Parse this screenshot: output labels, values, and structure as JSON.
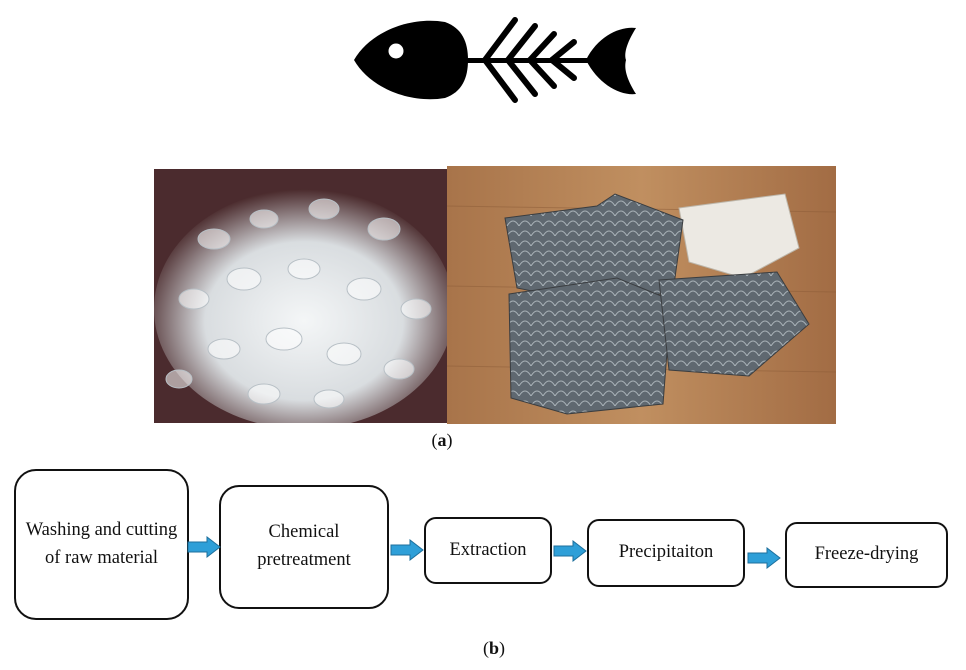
{
  "figure": {
    "icon": "fish-skeleton-icon",
    "photos": [
      {
        "name": "fish-scales-photo"
      },
      {
        "name": "fish-skin-photo"
      }
    ],
    "caption_a": "(a)",
    "caption_a_letter": "a",
    "caption_b_letter": "b"
  },
  "flow": {
    "steps": [
      "Washing and cutting of raw material",
      "Chemical pretreatment",
      "Extraction",
      "Precipitaiton",
      "Freeze-drying"
    ],
    "arrow_color": "#2e9fd8"
  }
}
